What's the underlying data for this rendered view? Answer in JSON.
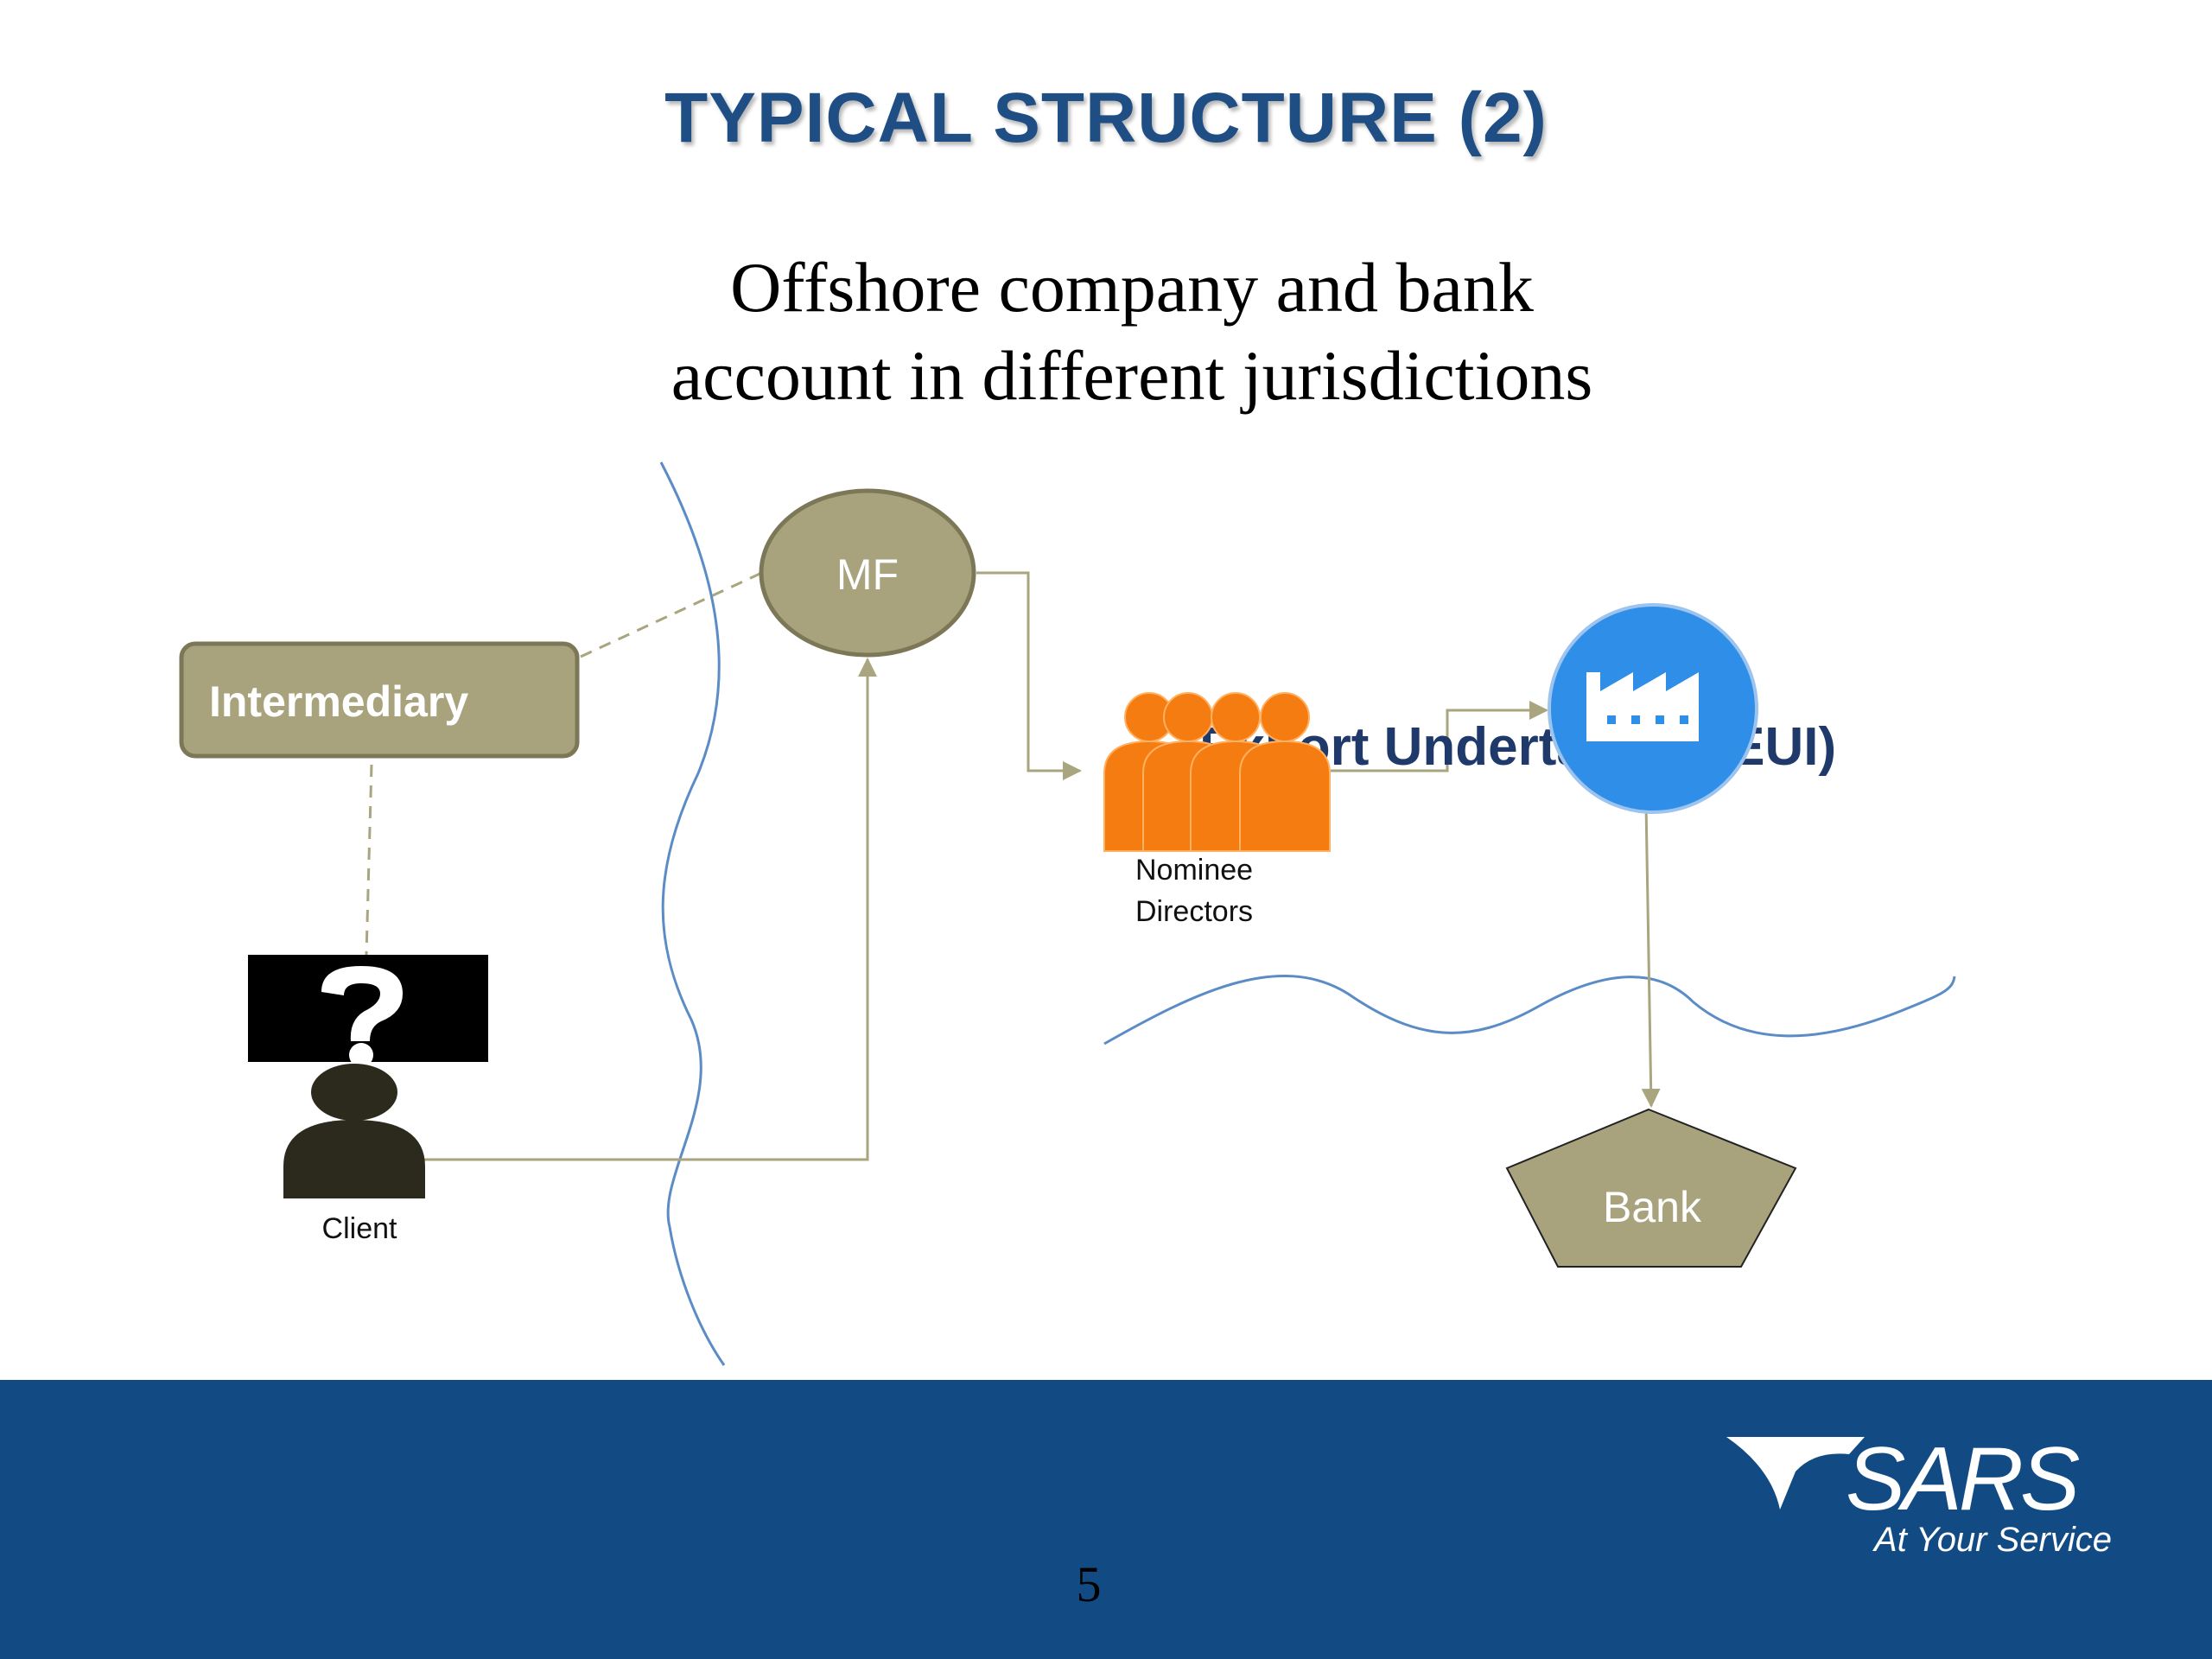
{
  "slide": {
    "title": "TYPICAL STRUCTURE (2)",
    "subtitle_line1": "Offshore company and bank",
    "subtitle_line2": "account in different jurisdictions",
    "page_number": "5"
  },
  "nodes": {
    "intermediary": "Intermediary",
    "mf": "MF",
    "client": "Client",
    "nominee_line1": "Nominee",
    "nominee_line2": "Directors",
    "eui_label": "Export Undertaking (EUI)",
    "bank": "Bank"
  },
  "branding": {
    "logo_text": "SARS",
    "tagline": "At Your Service"
  },
  "colors": {
    "title": "#1f4e85",
    "node_fill": "#a8a37d",
    "node_stroke": "#7c7757",
    "connector": "#a9a57f",
    "jurisdiction_line": "#5b8cc6",
    "nominee_orange": "#f57c10",
    "factory_blue": "#2f8fe8",
    "footer": "#124b84"
  },
  "icons": [
    "question-mark-icon",
    "person-silhouette-icon",
    "people-group-icon",
    "factory-icon"
  ]
}
